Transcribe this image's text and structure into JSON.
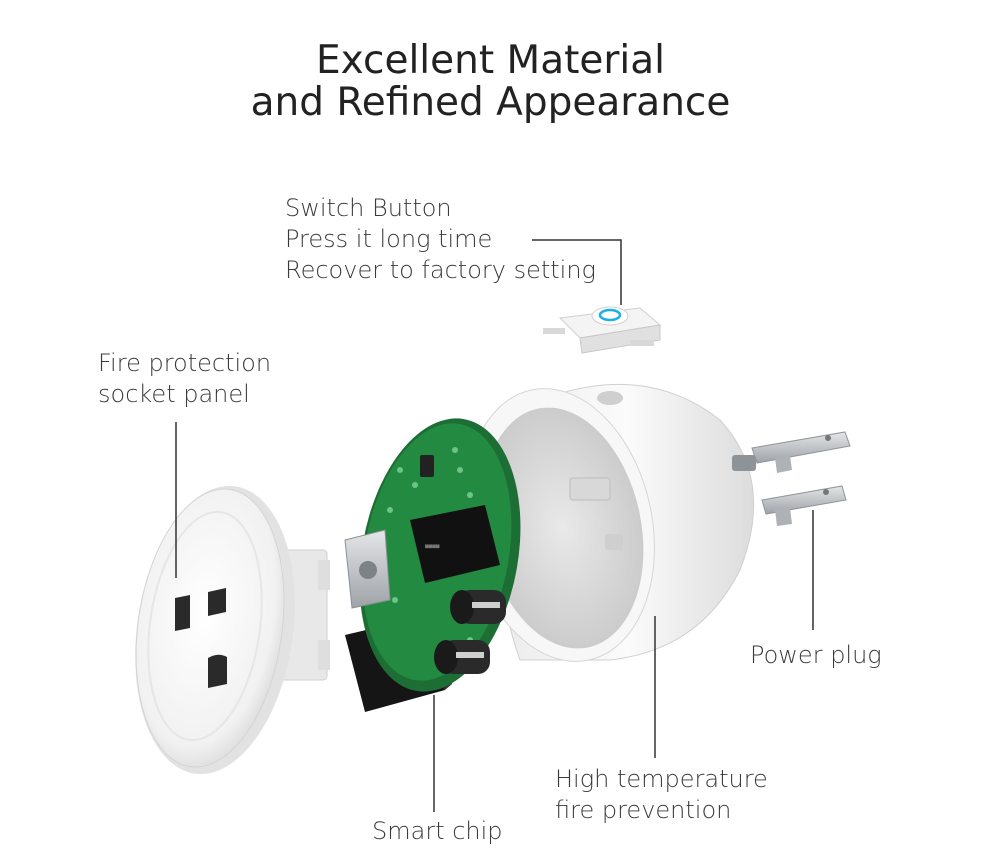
{
  "title": {
    "line1": "Excellent Material",
    "line2": "and Refined Appearance"
  },
  "callouts": {
    "switch_button": [
      "Switch Button",
      "Press it long time",
      "Recover to factory setting"
    ],
    "socket_panel": [
      "Fire protection",
      "socket panel"
    ],
    "power_plug": [
      "Power plug"
    ],
    "housing": [
      "High temperature",
      "fire prevention"
    ],
    "smart_chip": [
      "Smart chip"
    ]
  },
  "colors": {
    "shell": "#f2f2f2",
    "pcb": "#1f7a3a",
    "relay": "#1b1b1b",
    "led": "#1ab0e6",
    "metal": "#b8bcc0",
    "leader": "#333333"
  }
}
